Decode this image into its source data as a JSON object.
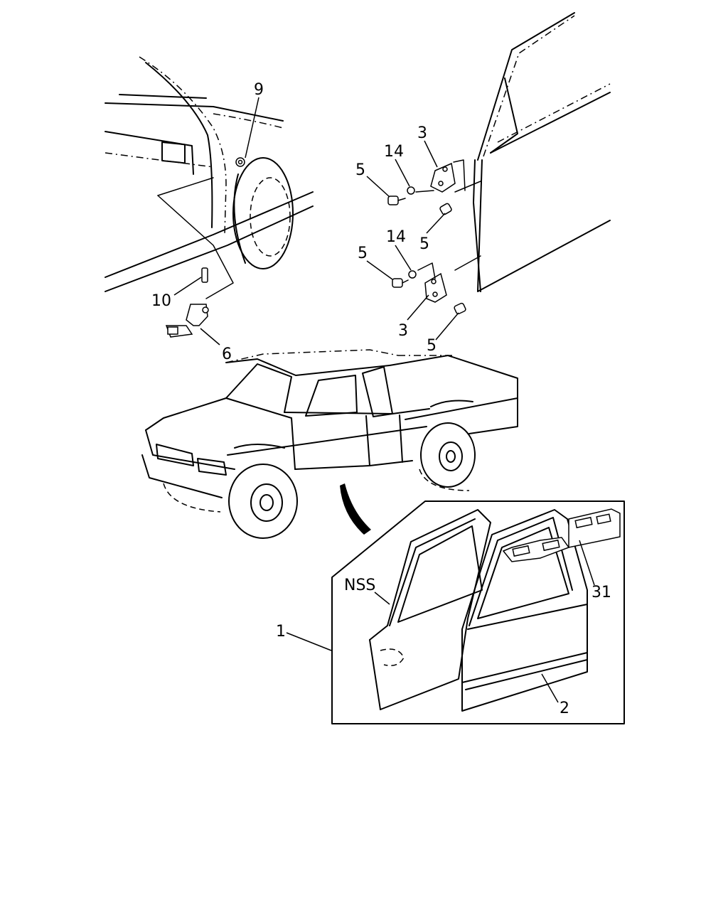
{
  "callouts": {
    "c9": "9",
    "c10": "10",
    "c6": "6",
    "c3_upper": "3",
    "c14_upper": "14",
    "c5_upper_left": "5",
    "c5_upper_right": "5",
    "c14_lower": "14",
    "c5_lower_left": "5",
    "c3_lower": "3",
    "c5_lower_right": "5",
    "nss": "NSS",
    "c1": "1",
    "c2": "2",
    "c31": "31"
  }
}
